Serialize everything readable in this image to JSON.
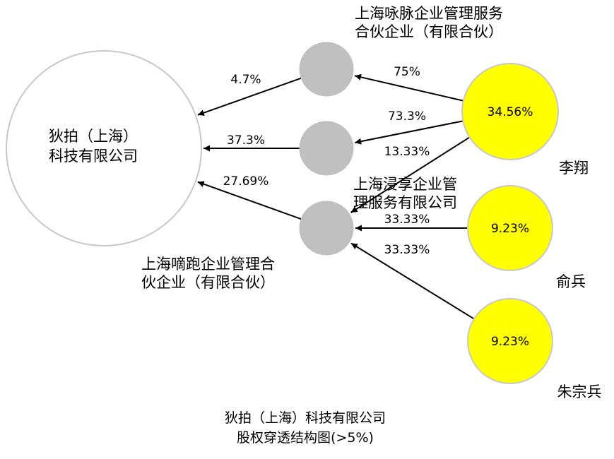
{
  "colors": {
    "company_fill": "#ffffff",
    "company_stroke": "#c8c8c8",
    "holding_fill": "#c0c0c0",
    "holding_stroke": "#bdbdbd",
    "person_fill": "#ffff00",
    "person_stroke": "#c8c8c8",
    "edge": "#000000"
  },
  "company": {
    "name_lines": [
      "狄拍（上海）",
      "科技有限公司"
    ]
  },
  "holdings": [
    {
      "name_lines": [
        "上海咏脉企业管理服务",
        "合伙企业（有限合伙）"
      ]
    },
    {
      "name_lines": []
    },
    {
      "name_lines": [
        "上海嘀跑企业管理合",
        "伙企业（有限合伙）"
      ]
    }
  ],
  "persons": [
    {
      "name": "李翔",
      "percent": "34.56%"
    },
    {
      "name": "俞兵",
      "percent": "9.23%"
    },
    {
      "name": "朱宗兵",
      "percent": "9.23%"
    }
  ],
  "floating_labels": [
    {
      "lines": [
        "上海浸享企业管",
        "理服务有限公司"
      ]
    }
  ],
  "edges": [
    {
      "from": "holding-0",
      "to": "company",
      "label": "4.7%"
    },
    {
      "from": "holding-1",
      "to": "company",
      "label": "37.3%"
    },
    {
      "from": "holding-2",
      "to": "company",
      "label": "27.69%"
    },
    {
      "from": "person-0",
      "to": "holding-0",
      "label": "75%"
    },
    {
      "from": "person-0",
      "to": "holding-1",
      "label": "73.3%"
    },
    {
      "from": "person-0",
      "to": "holding-2",
      "label": "13.33%"
    },
    {
      "from": "person-1",
      "to": "holding-2",
      "label": "33.33%"
    },
    {
      "from": "person-2",
      "to": "holding-2",
      "label": "33.33%"
    }
  ],
  "caption": {
    "line1": "狄拍（上海）科技有限公司",
    "line2": "股权穿透结构图(>5%)"
  }
}
